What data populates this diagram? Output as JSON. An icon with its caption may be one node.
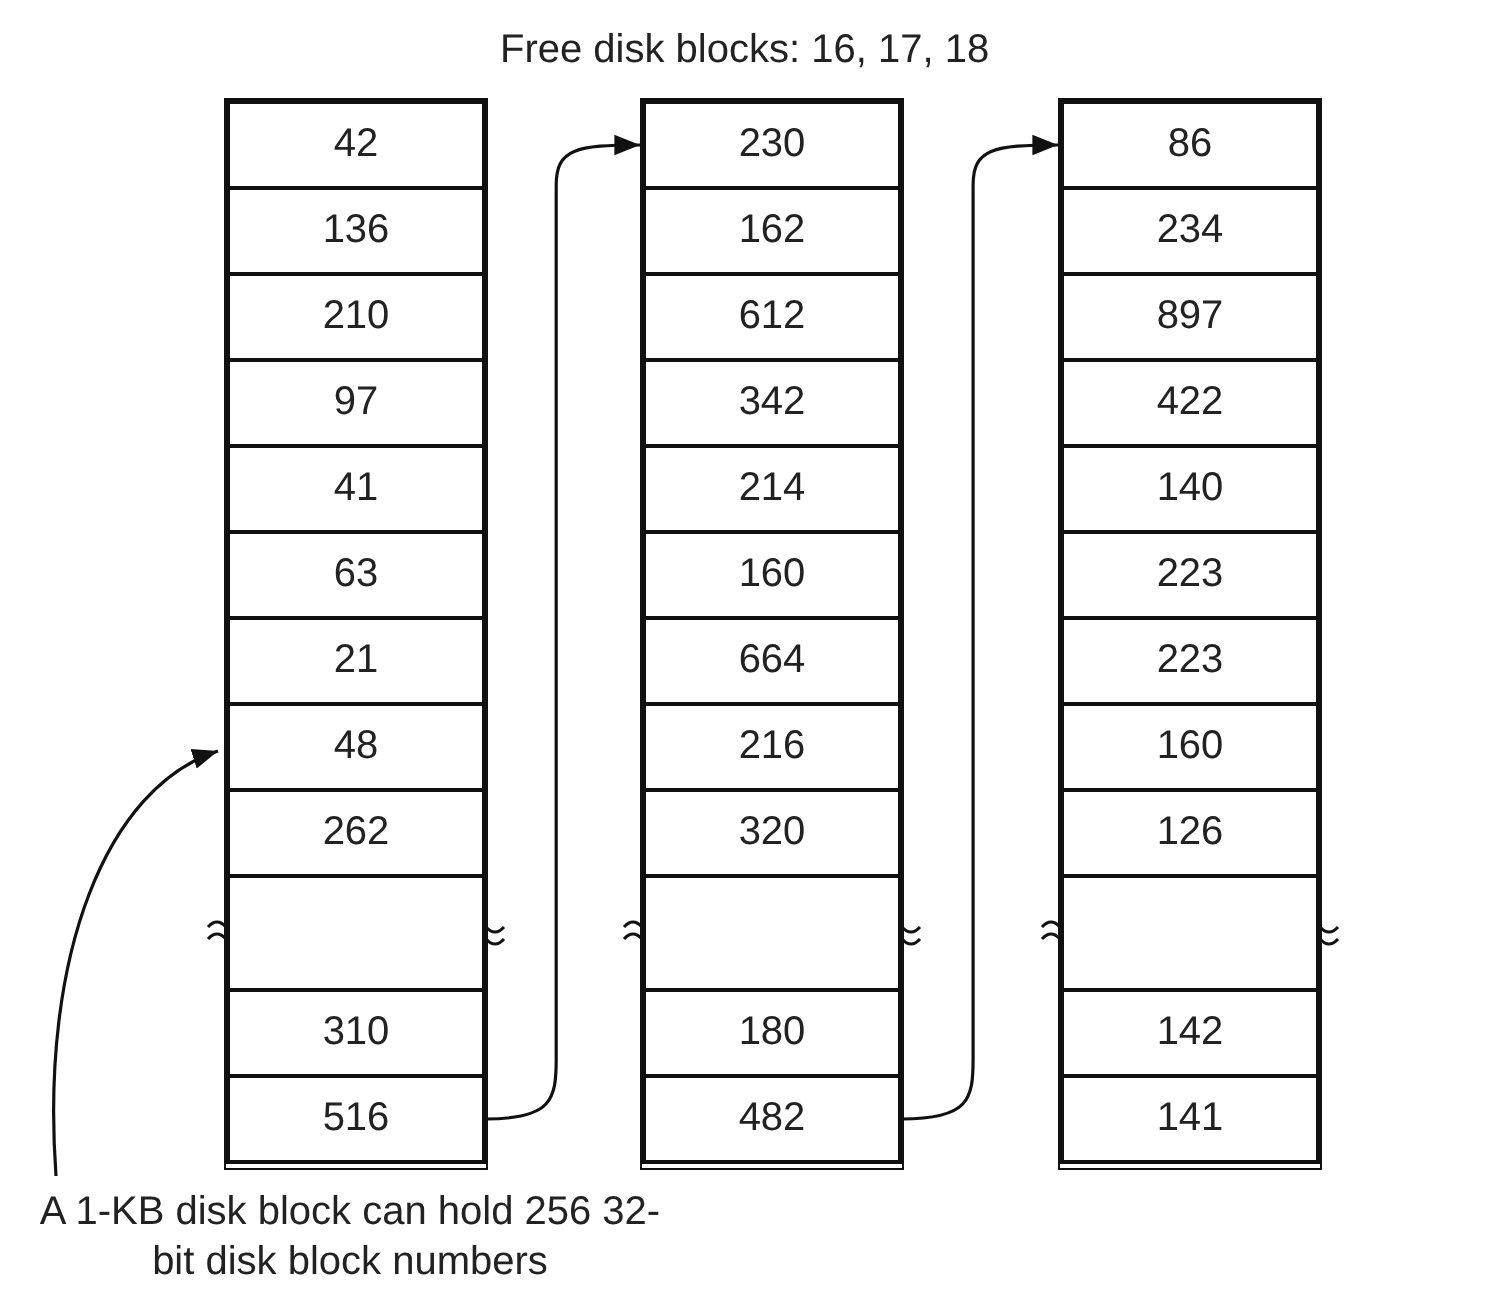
{
  "diagram": {
    "title": "Free disk blocks: 16, 17, 18",
    "nodes": [
      {
        "text": [],
        "shape": "box"
      },
      {
        "text": [
          "42"
        ],
        "in": 0
      },
      {
        "text": [
          "136"
        ],
        "in": 0
      },
      {
        "text": [
          "210"
        ],
        "in": 0
      },
      {
        "text": [
          "97"
        ],
        "in": 0
      },
      {
        "text": [
          "41"
        ],
        "in": 0
      },
      {
        "text": [
          "63"
        ],
        "in": 0
      },
      {
        "text": [
          "21"
        ],
        "in": 0
      },
      {
        "text": [
          "48"
        ],
        "in": 0
      },
      {
        "text": [
          "262"
        ],
        "in": 0
      },
      {
        "text": [],
        "shape": "box",
        "in": 0
      },
      {
        "text": [
          "310"
        ],
        "in": 0
      },
      {
        "text": [
          "516"
        ],
        "in": 0
      },
      {
        "text": [],
        "shape": "box"
      },
      {
        "text": [
          "230"
        ],
        "in": 13
      },
      {
        "text": [
          "162"
        ],
        "in": 13
      },
      {
        "text": [
          "612"
        ],
        "in": 13
      },
      {
        "text": [
          "342"
        ],
        "in": 13
      },
      {
        "text": [
          "214"
        ],
        "in": 13
      },
      {
        "text": [
          "160"
        ],
        "in": 13
      },
      {
        "text": [
          "664"
        ],
        "in": 13
      },
      {
        "text": [
          "216"
        ],
        "in": 13
      },
      {
        "text": [
          "320"
        ],
        "in": 13
      },
      {
        "text": [],
        "shape": "box",
        "in": 13
      },
      {
        "text": [
          "180"
        ],
        "in": 13
      },
      {
        "text": [
          "482"
        ],
        "in": 13
      },
      {
        "text": [],
        "shape": "box"
      },
      {
        "text": [
          "86"
        ],
        "in": 26
      },
      {
        "text": [
          "234"
        ],
        "in": 26
      },
      {
        "text": [
          "897"
        ],
        "in": 26
      },
      {
        "text": [
          "422"
        ],
        "in": 26
      },
      {
        "text": [
          "140"
        ],
        "in": 26
      },
      {
        "text": [
          "223"
        ],
        "in": 26
      },
      {
        "text": [
          "223"
        ],
        "in": 26
      },
      {
        "text": [
          "160"
        ],
        "in": 26
      },
      {
        "text": [
          "126"
        ],
        "in": 26
      },
      {
        "text": [],
        "shape": "box",
        "in": 26
      },
      {
        "text": [
          "142"
        ],
        "in": 26
      },
      {
        "text": [
          "141"
        ],
        "in": 26
      },
      {
        "text": [
          "A 1-KB disk block can hold 256 32-bit disk block numbers"
        ]
      }
    ],
    "edges": [
      {
        "from": 12,
        "to": 14,
        "arrow": "to"
      },
      {
        "from": 25,
        "to": 27,
        "arrow": "to"
      },
      {
        "from": 39,
        "to": 8,
        "arrow": "to"
      }
    ]
  }
}
